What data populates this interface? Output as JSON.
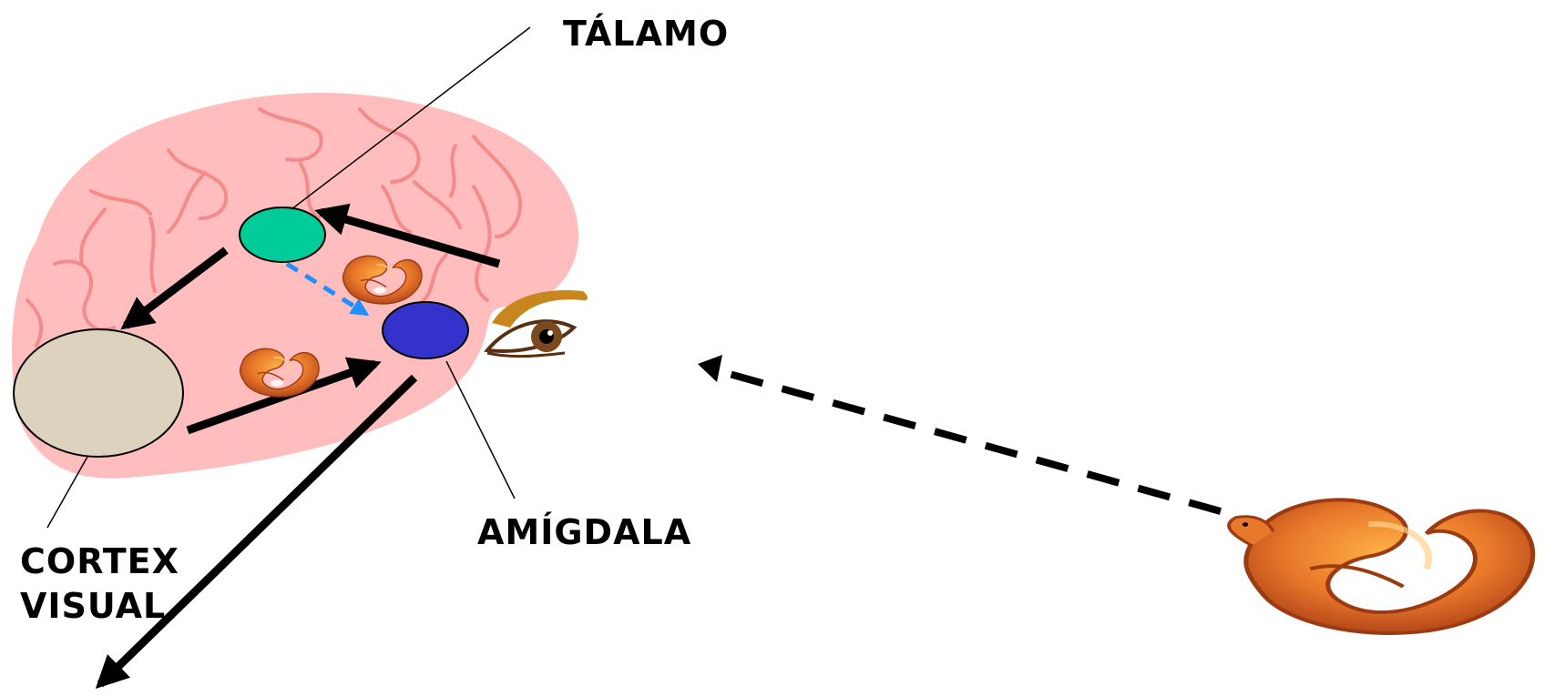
{
  "labels": {
    "thalamus": "TÁLAMO",
    "amygdala": "AMÍGDALA",
    "visual_cortex_line1": "CORTEX",
    "visual_cortex_line2": "VISUAL"
  },
  "colors": {
    "brain_fill": "#ffbdbd",
    "brain_folds": "#f58a8a",
    "thalamus": "#00cc99",
    "amygdala": "#3333cc",
    "visual_cortex": "#dcd2bd",
    "dashed_inner_arrow": "#1e90ff",
    "snake": "#e8782a",
    "eyebrow": "#c8861c",
    "iris": "#7a4a1e"
  },
  "icons": [
    "brain-outline",
    "eye-icon",
    "snake-icon"
  ]
}
